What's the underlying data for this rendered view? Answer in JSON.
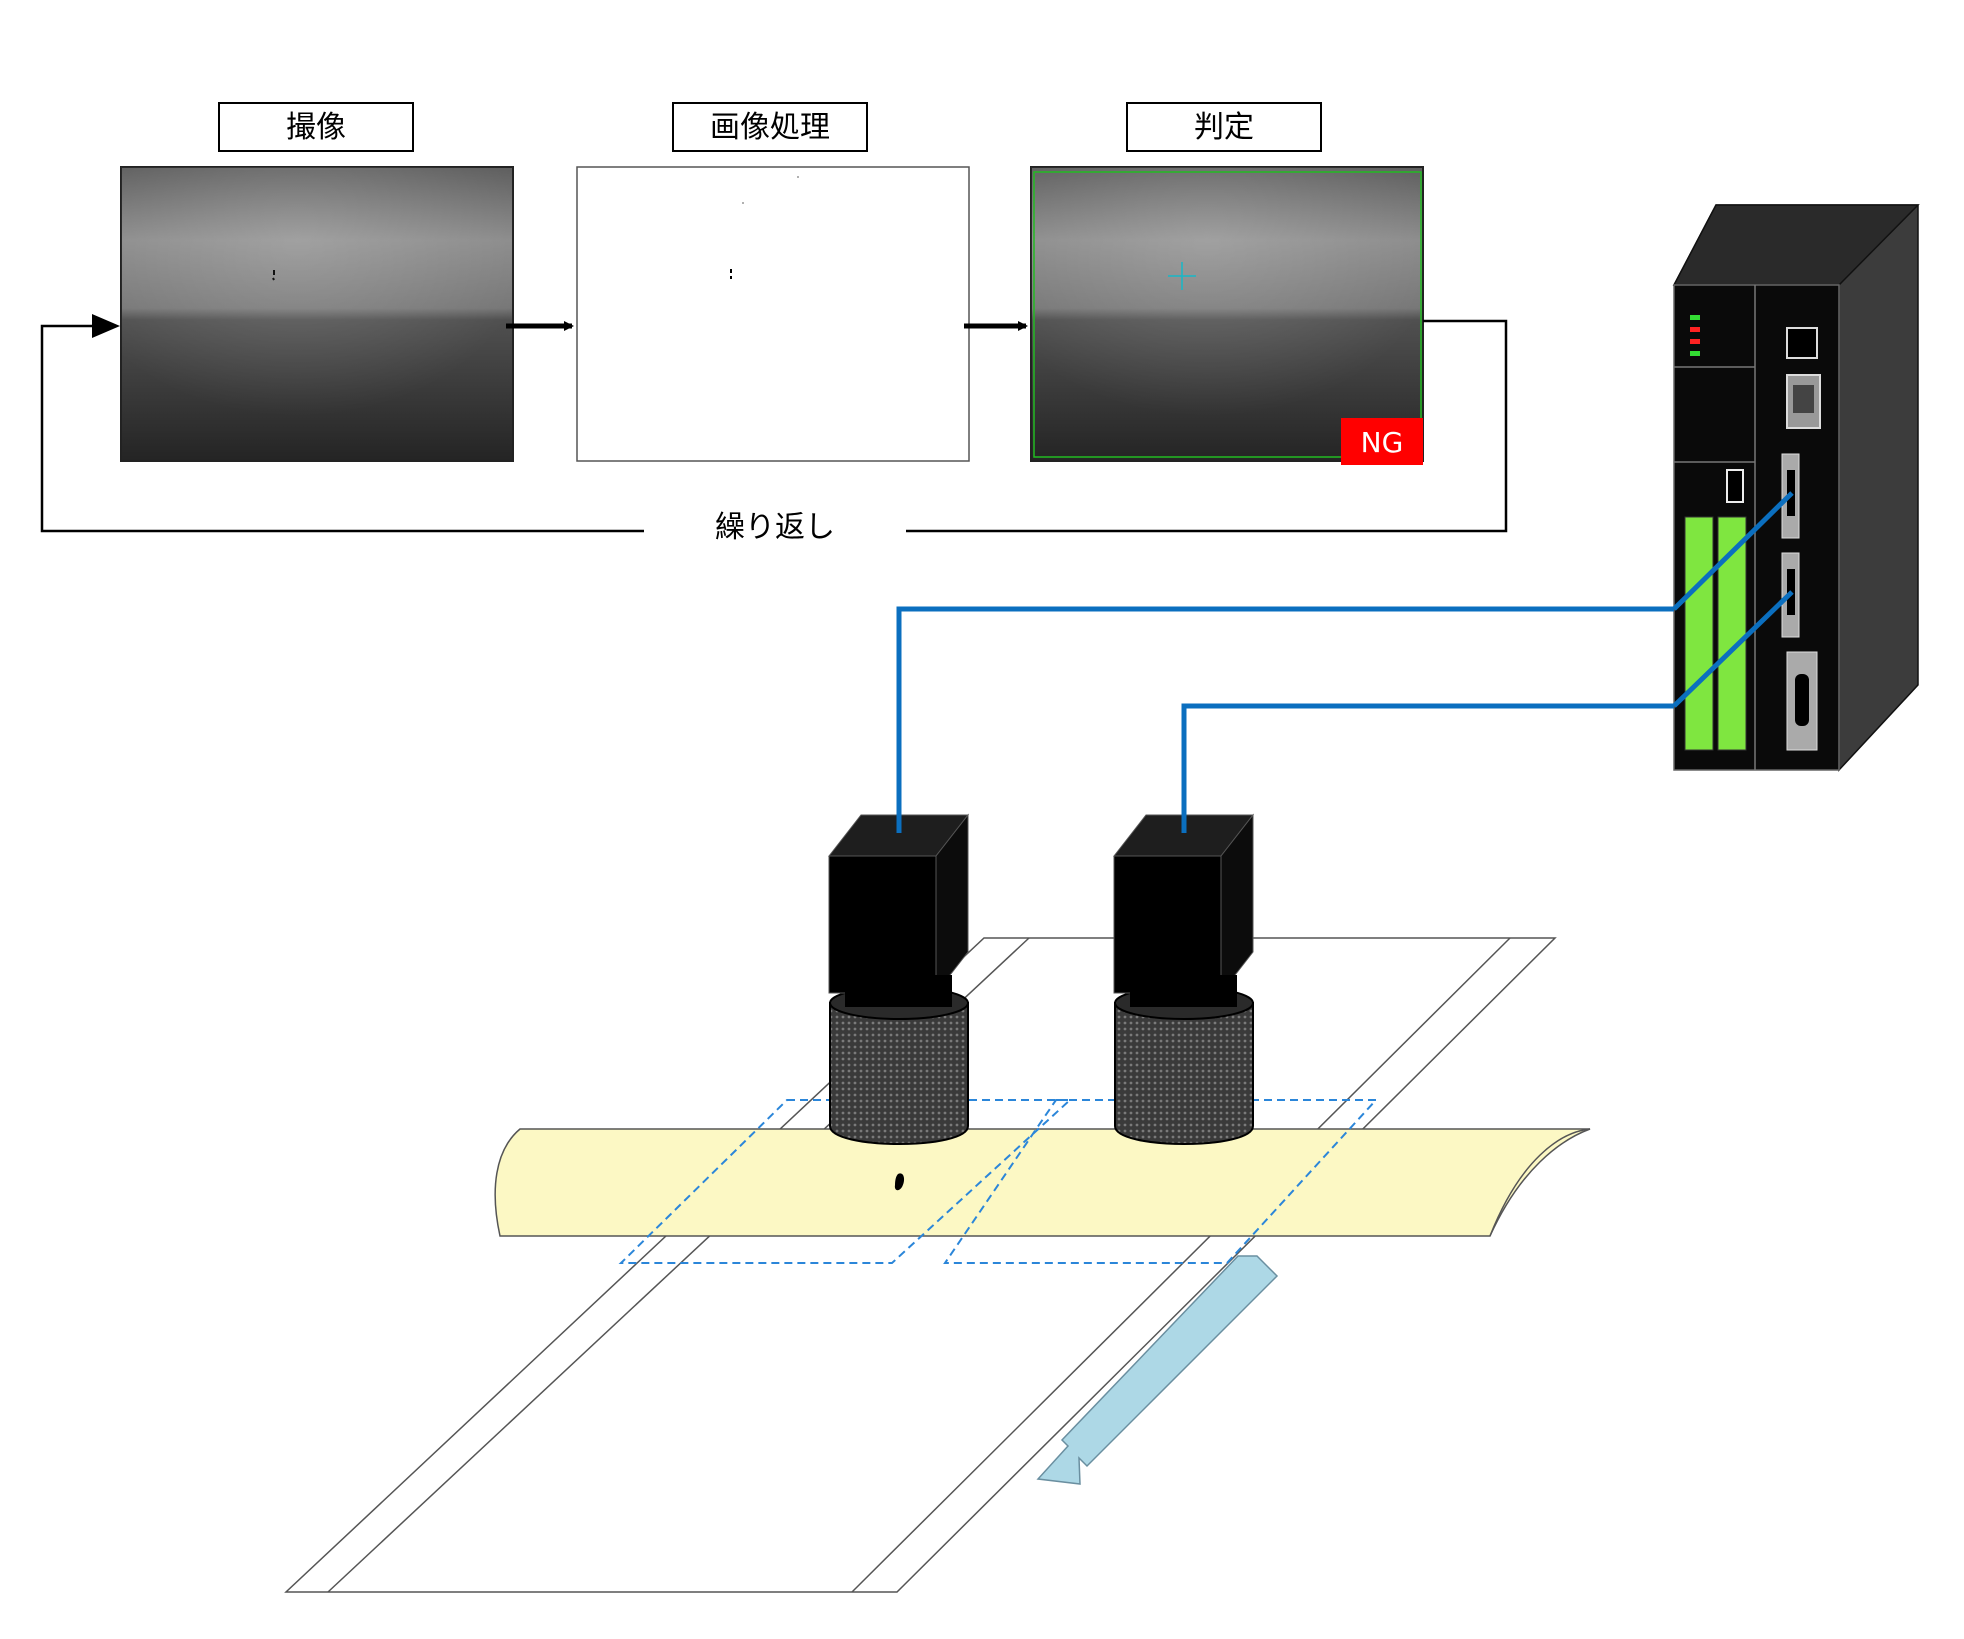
{
  "steps": [
    {
      "label": "撮像"
    },
    {
      "label": "画像処理"
    },
    {
      "label": "判定"
    }
  ],
  "loop_label": "繰り返し",
  "judgement_badge": "NG",
  "colors": {
    "cable": "#0b6fbf",
    "ng_badge": "#ff0000",
    "judge_frame": "#22bb22",
    "crosshair": "#16b8c8",
    "module_green": "#7fe640",
    "film_roll": "#fcf8c4",
    "scan_area": "#2b86d9",
    "direction_arrow": "#add8e6",
    "controller_body": "#1a1a1a",
    "camera_body": "#000000"
  },
  "icons": [
    "arrow-right-icon",
    "crosshair-icon",
    "camera-icon",
    "controller-icon",
    "direction-arrow-icon"
  ]
}
